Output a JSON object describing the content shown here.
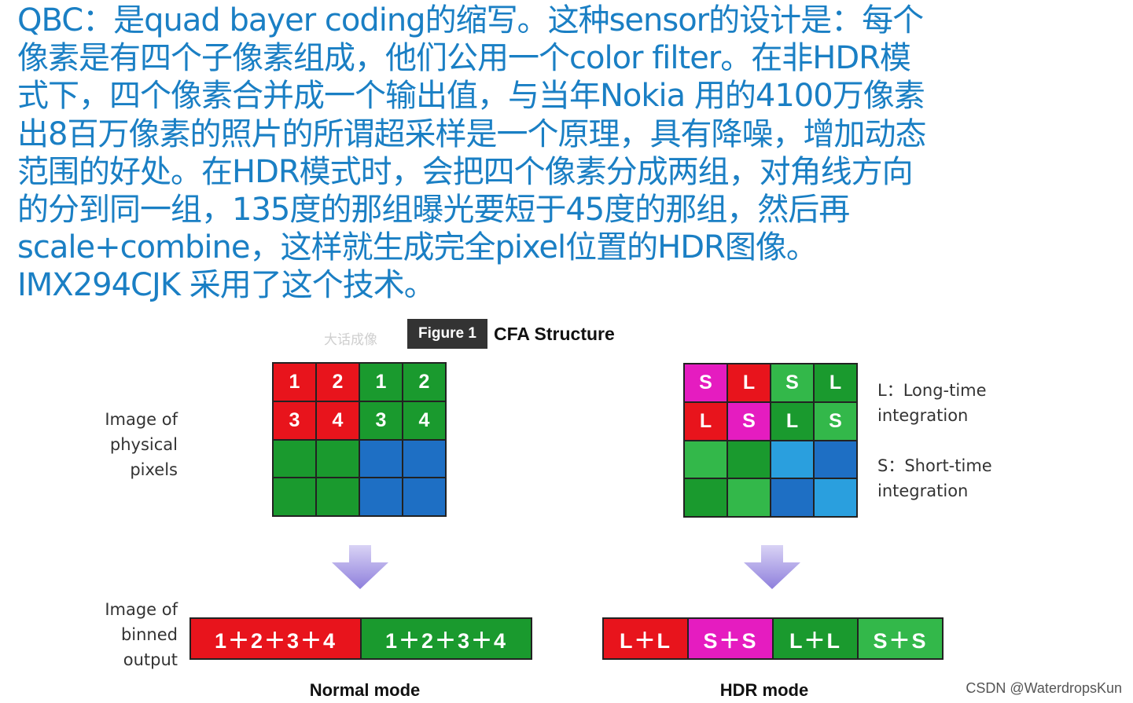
{
  "paragraph": "QBC：是quad bayer coding的缩写。这种sensor的设计是：每个\n像素是有四个子像素组成，他们公用一个color filter。在非HDR模\n式下，四个像素合并成一个输出值，与当年Nokia 用的4100万像素\n出8百万像素的照片的所谓超采样是一个原理，具有降噪，增加动态\n范围的好处。在HDR模式时，会把四个像素分成两组，对角线方向\n的分到同一组，135度的那组曝光要短于45度的那组，然后再\nscale+combine，这样就生成完全pixel位置的HDR图像。\nIMX294CJK 采用了这个技术。",
  "figure": {
    "watermark": "大话成像",
    "badge": "Figure 1",
    "title": "CFA Structure",
    "label_physical": "Image of\nphysical\npixels",
    "label_binned": "Image of\nbinned\noutput",
    "legend_l": "L：Long-time\n     integration",
    "legend_s": "S：Short-time\n     integration",
    "normal_mode": "Normal mode",
    "hdr_mode": "HDR mode",
    "normal_grid": [
      {
        "text": "1",
        "color": "#e8141c"
      },
      {
        "text": "2",
        "color": "#e8141c"
      },
      {
        "text": "1",
        "color": "#1a9a2e"
      },
      {
        "text": "2",
        "color": "#1a9a2e"
      },
      {
        "text": "3",
        "color": "#e8141c"
      },
      {
        "text": "4",
        "color": "#e8141c"
      },
      {
        "text": "3",
        "color": "#1a9a2e"
      },
      {
        "text": "4",
        "color": "#1a9a2e"
      },
      {
        "text": "",
        "color": "#1a9a2e"
      },
      {
        "text": "",
        "color": "#1a9a2e"
      },
      {
        "text": "",
        "color": "#1e6fc4"
      },
      {
        "text": "",
        "color": "#1e6fc4"
      },
      {
        "text": "",
        "color": "#1a9a2e"
      },
      {
        "text": "",
        "color": "#1a9a2e"
      },
      {
        "text": "",
        "color": "#1e6fc4"
      },
      {
        "text": "",
        "color": "#1e6fc4"
      }
    ],
    "hdr_grid": [
      {
        "text": "S",
        "color": "#e51cc0"
      },
      {
        "text": "L",
        "color": "#e8141c"
      },
      {
        "text": "S",
        "color": "#33b84a"
      },
      {
        "text": "L",
        "color": "#1a9a2e"
      },
      {
        "text": "L",
        "color": "#e8141c"
      },
      {
        "text": "S",
        "color": "#e51cc0"
      },
      {
        "text": "L",
        "color": "#1a9a2e"
      },
      {
        "text": "S",
        "color": "#33b84a"
      },
      {
        "text": "",
        "color": "#33b84a"
      },
      {
        "text": "",
        "color": "#1a9a2e"
      },
      {
        "text": "",
        "color": "#2a9fde"
      },
      {
        "text": "",
        "color": "#1e6fc4"
      },
      {
        "text": "",
        "color": "#1a9a2e"
      },
      {
        "text": "",
        "color": "#33b84a"
      },
      {
        "text": "",
        "color": "#1e6fc4"
      },
      {
        "text": "",
        "color": "#2a9fde"
      }
    ],
    "normal_bar": [
      {
        "text": "1＋2＋3＋4",
        "color": "#e8141c"
      },
      {
        "text": "1＋2＋3＋4",
        "color": "#1a9a2e"
      }
    ],
    "hdr_bar": [
      {
        "text": "L＋L",
        "color": "#e8141c"
      },
      {
        "text": "S＋S",
        "color": "#e51cc0"
      },
      {
        "text": "L＋L",
        "color": "#1a9a2e"
      },
      {
        "text": "S＋S",
        "color": "#33b84a"
      }
    ],
    "arrow_color": "#9a8ee0"
  },
  "footer": "CSDN @WaterdropsKun"
}
